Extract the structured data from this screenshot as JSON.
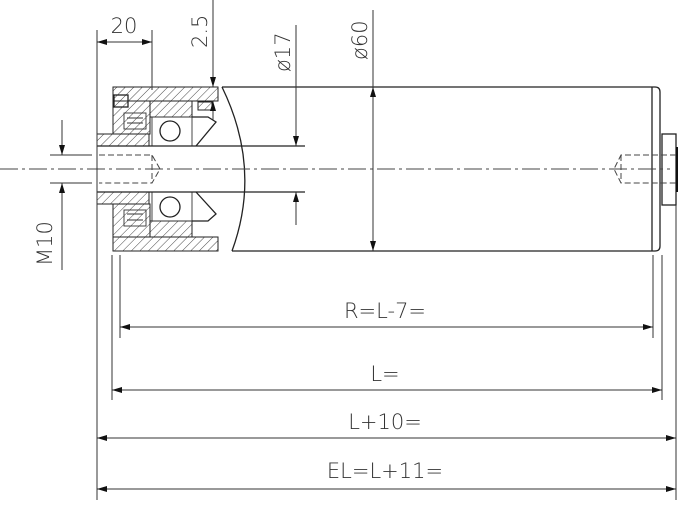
{
  "drawing": {
    "dimensions": {
      "end_width": "20",
      "wall": "2.5",
      "bearing_dia": "ø17",
      "tube_dia": "ø60",
      "thread": "M10",
      "roller_length": "R=L-7=",
      "length": "L=",
      "length_plus_10": "L+10=",
      "overall_length": "EL=L+11="
    }
  }
}
